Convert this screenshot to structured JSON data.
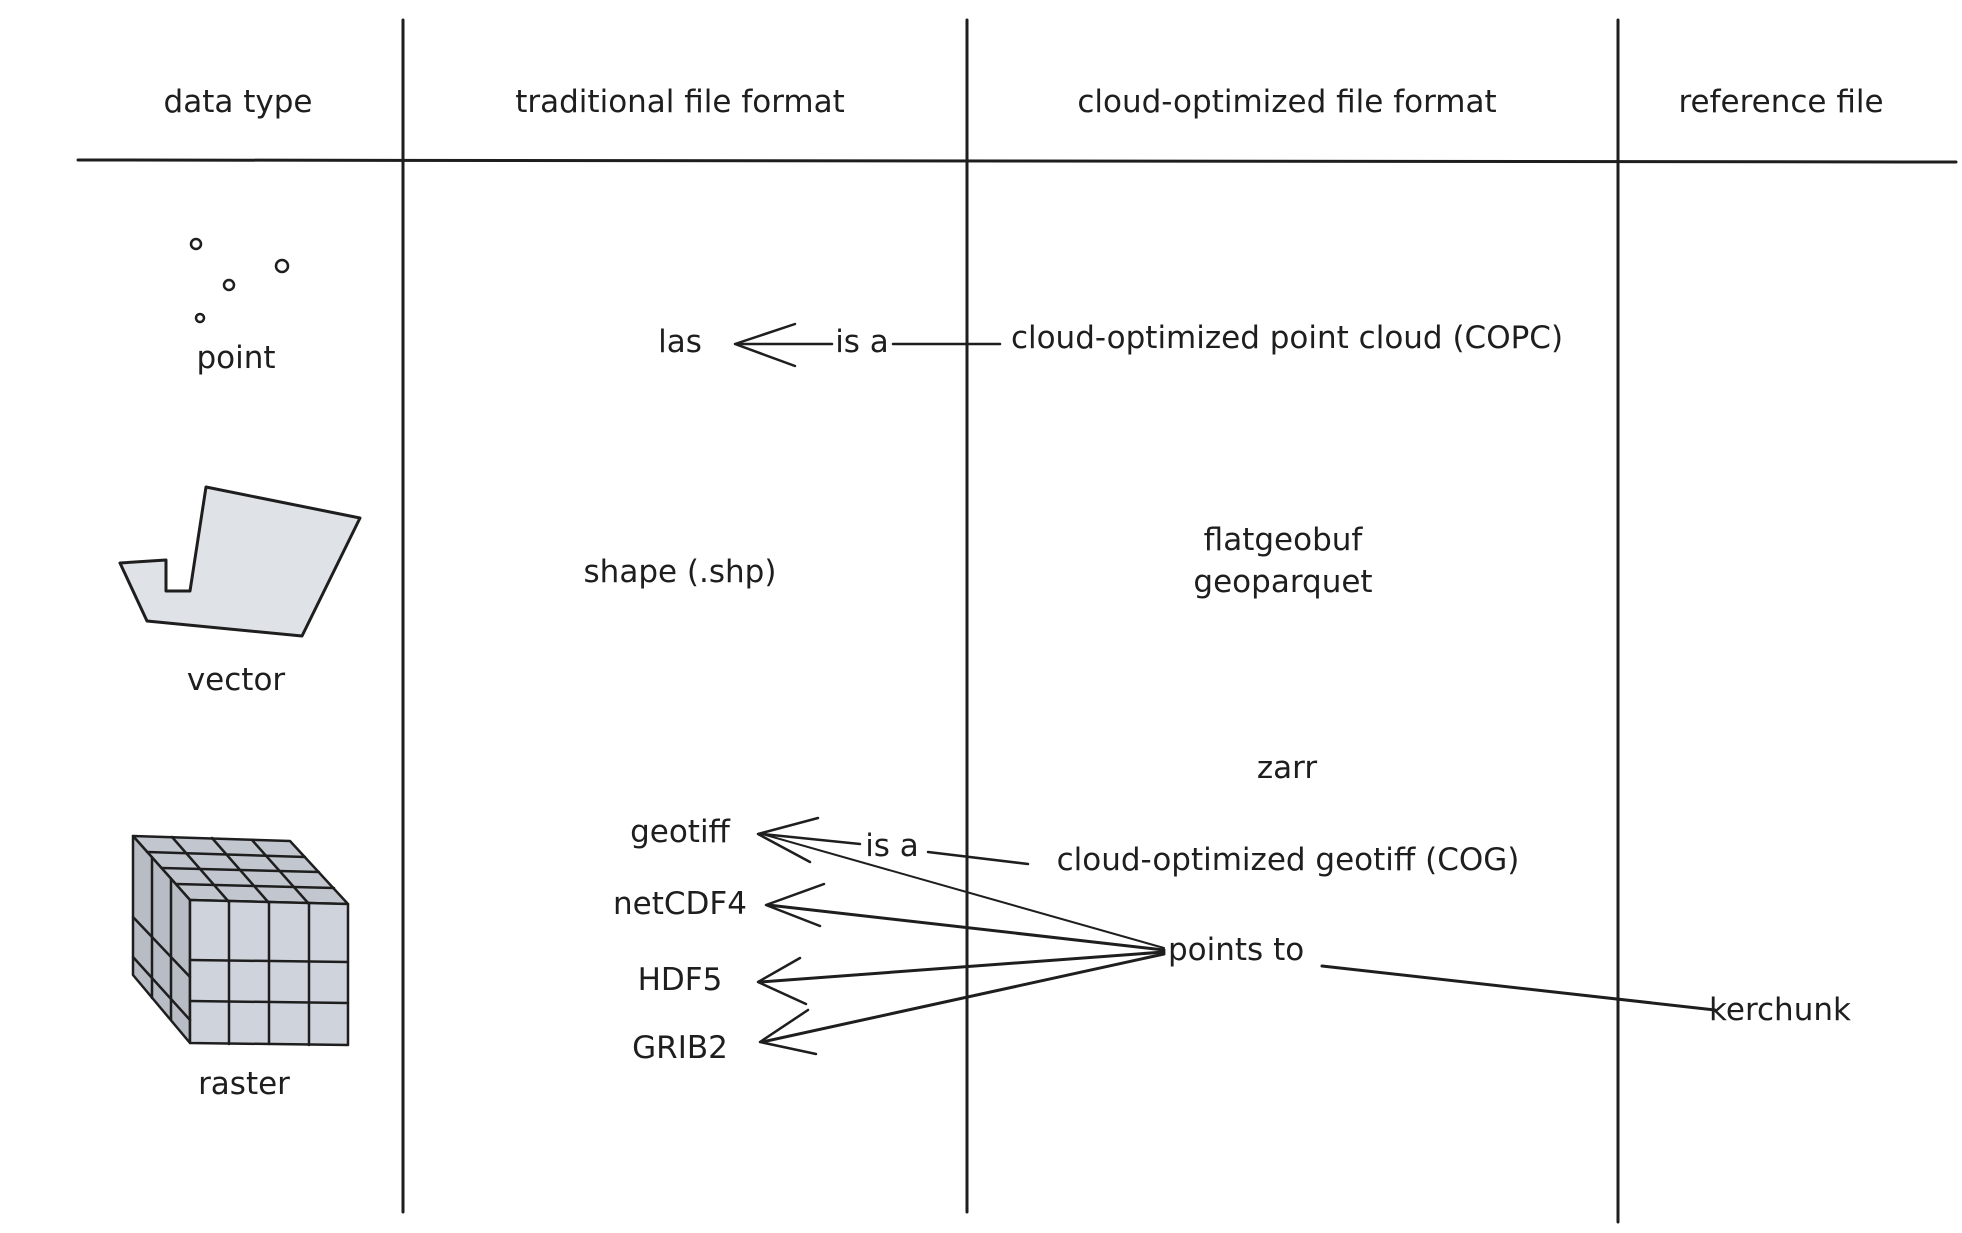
{
  "headers": {
    "data_type": "data type",
    "traditional": "traditional file format",
    "cloud_optimized": "cloud-optimized file format",
    "reference": "reference file"
  },
  "data_types": {
    "point": "point",
    "vector": "vector",
    "raster": "raster"
  },
  "traditional_formats": {
    "las": "las",
    "shape": "shape (.shp)",
    "geotiff": "geotiff",
    "netcdf4": "netCDF4",
    "hdf5": "HDF5",
    "grib2": "GRIB2"
  },
  "cloud_formats": {
    "copc": "cloud-optimized point cloud (COPC)",
    "flatgeobuf": "flatgeobuf",
    "geoparquet": "geoparquet",
    "zarr": "zarr",
    "cog": "cloud-optimized geotiff (COG)"
  },
  "relations": {
    "is_a_1": "is a",
    "is_a_2": "is a",
    "points_to": "points to"
  },
  "reference_files": {
    "kerchunk": "kerchunk"
  },
  "colors": {
    "ink": "#1e1e1e",
    "shape_fill": "#dfe2e6",
    "cube_fill": "#cfd3db"
  }
}
